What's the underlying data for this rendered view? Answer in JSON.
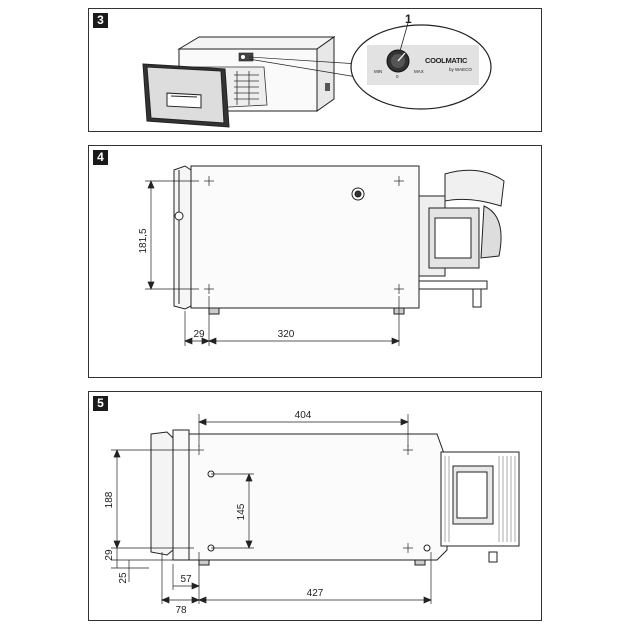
{
  "panels": [
    {
      "number": "3",
      "callout": "1",
      "knob_min": "MIN",
      "knob_max": "MAX",
      "knob_zero": "0",
      "brand": "COOLMATIC",
      "brand_sub": "by WAECO"
    },
    {
      "number": "4",
      "dims": {
        "height": "181,5",
        "front": "29",
        "depth": "320"
      }
    },
    {
      "number": "5",
      "dims": {
        "top": "404",
        "height": "188",
        "inner": "145",
        "base": "29",
        "foot": "25",
        "front1": "57",
        "front2": "78",
        "total": "427"
      }
    }
  ]
}
